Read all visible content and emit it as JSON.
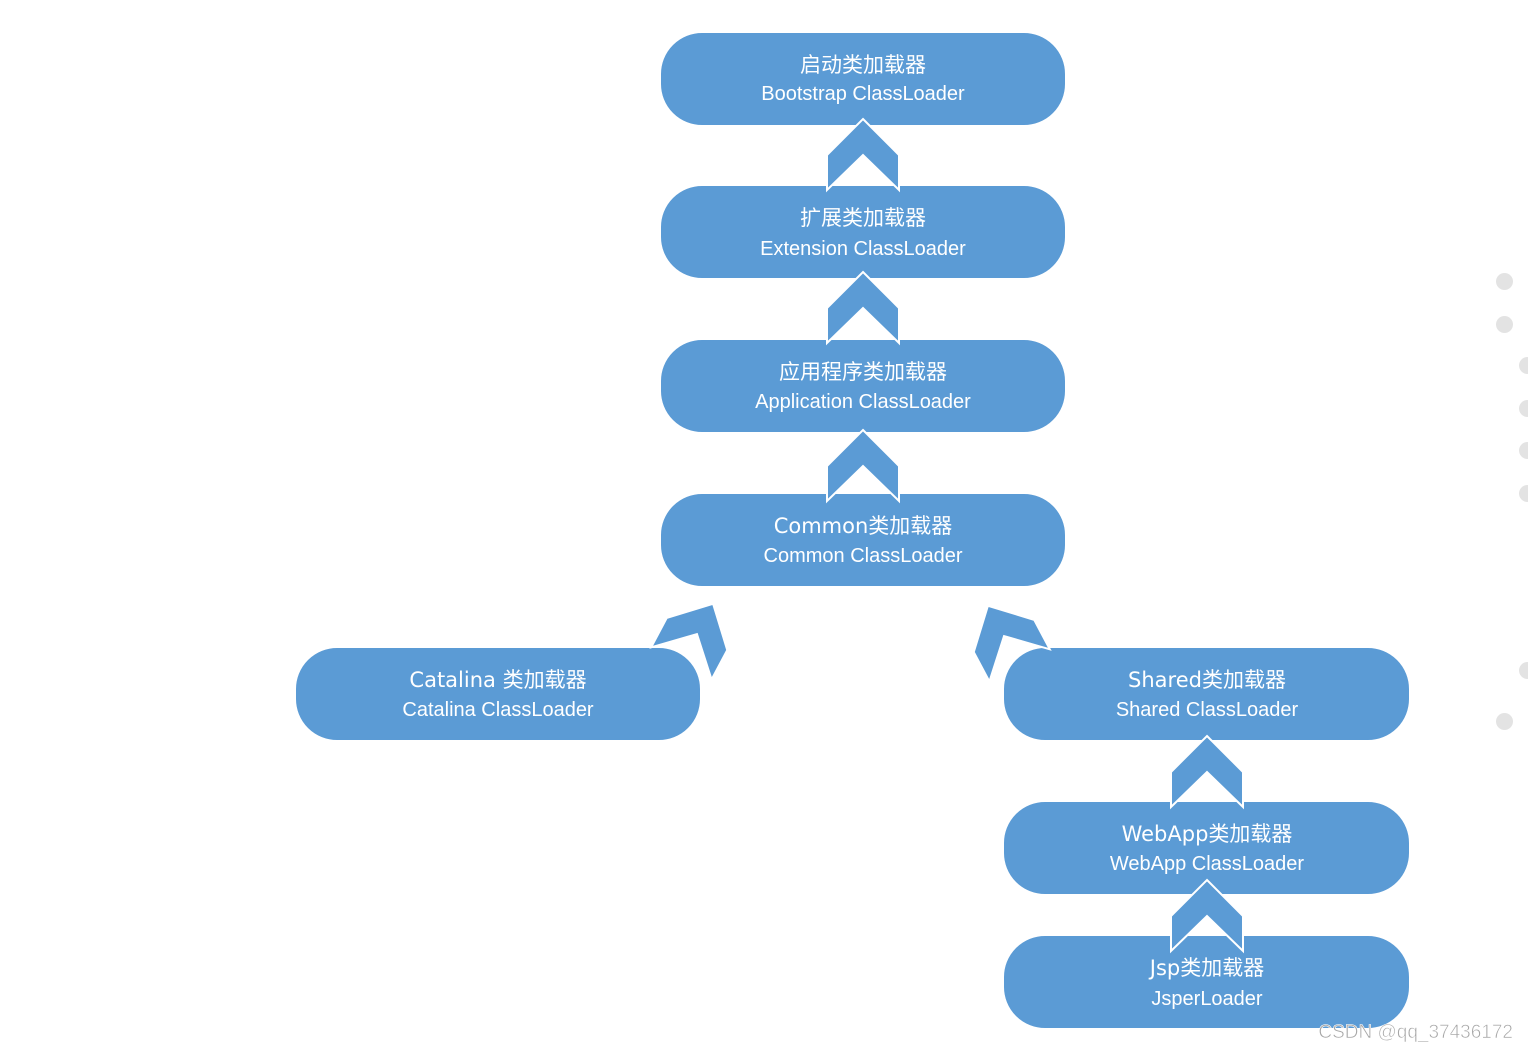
{
  "diagram": {
    "nodes": [
      {
        "id": "bootstrap",
        "title": "启动类加载器",
        "subtitle": "Bootstrap ClassLoader"
      },
      {
        "id": "extension",
        "title": "扩展类加载器",
        "subtitle": "Extension ClassLoader"
      },
      {
        "id": "application",
        "title": "应用程序类加载器",
        "subtitle": "Application ClassLoader"
      },
      {
        "id": "common",
        "title": "Common类加载器",
        "subtitle": "Common ClassLoader"
      },
      {
        "id": "catalina",
        "title": "Catalina 类加载器",
        "subtitle": "Catalina ClassLoader"
      },
      {
        "id": "shared",
        "title": "Shared类加载器",
        "subtitle": "Shared ClassLoader"
      },
      {
        "id": "webapp",
        "title": "WebApp类加载器",
        "subtitle": "WebApp ClassLoader"
      },
      {
        "id": "jsp",
        "title": "Jsp类加载器",
        "subtitle": "JsperLoader"
      }
    ],
    "edges": [
      {
        "from": "extension",
        "to": "bootstrap"
      },
      {
        "from": "application",
        "to": "extension"
      },
      {
        "from": "common",
        "to": "application"
      },
      {
        "from": "catalina",
        "to": "common"
      },
      {
        "from": "shared",
        "to": "common"
      },
      {
        "from": "webapp",
        "to": "shared"
      },
      {
        "from": "jsp",
        "to": "webapp"
      }
    ]
  },
  "colors": {
    "background": "#ffffff",
    "node_fill": "#5b9bd5",
    "node_text": "#ffffff",
    "arrow_fill": "#5b9bd5",
    "toc_bullet": "#e3e3e3",
    "watermark": "#a6a6a6"
  },
  "watermark": "CSDN @qq_37436172"
}
